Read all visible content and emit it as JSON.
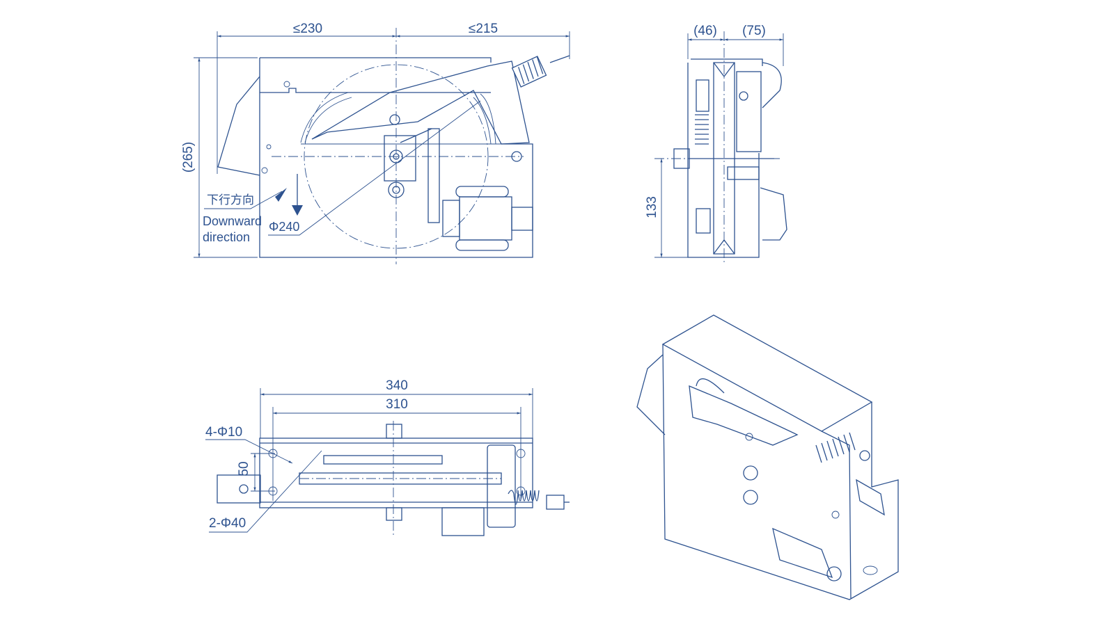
{
  "drawing": {
    "color": "#2d528f",
    "front_view": {
      "dim_left_width": "≤230",
      "dim_right_width": "≤215",
      "dim_height": "(265)",
      "direction_label_cn": "下行方向",
      "direction_label_en_line1": "Downward",
      "direction_label_en_line2": "direction",
      "sheave_diameter": "Φ240"
    },
    "side_view": {
      "dim_left": "(46)",
      "dim_right": "(75)",
      "dim_axle_height": "133"
    },
    "bottom_view": {
      "dim_overall": "340",
      "dim_holes": "310",
      "mount_holes": "4-Φ10",
      "hole_spacing": "50",
      "large_holes": "2-Φ40"
    }
  }
}
